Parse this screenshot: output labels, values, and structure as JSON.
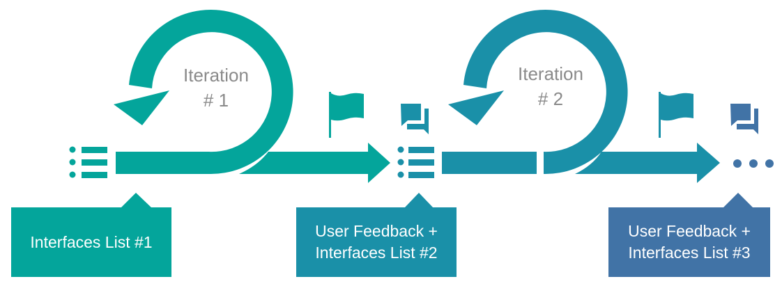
{
  "colors": {
    "teal": "#04A59B",
    "teal_blue": "#1A90A8",
    "blue": "#4173A6",
    "label_gray": "#8a8a8a",
    "text_white": "#ffffff"
  },
  "iterations": [
    {
      "title": "Iteration",
      "number": "# 1",
      "color": "#04A59B"
    },
    {
      "title": "Iteration",
      "number": "# 2",
      "color": "#1A90A8"
    }
  ],
  "icons": [
    {
      "name": "list-icon",
      "color": "#04A59B"
    },
    {
      "name": "flag-icon",
      "color": "#04A59B"
    },
    {
      "name": "chat-bubbles-icon",
      "color": "#1A90A8"
    },
    {
      "name": "list-icon",
      "color": "#1A90A8"
    },
    {
      "name": "flag-icon",
      "color": "#1A90A8"
    },
    {
      "name": "chat-bubbles-icon",
      "color": "#4173A6"
    },
    {
      "name": "ellipsis-icon",
      "color": "#4173A6"
    }
  ],
  "callouts": [
    {
      "lines": [
        "Interfaces List #1"
      ],
      "color": "#04A59B"
    },
    {
      "lines": [
        "User Feedback +",
        "Interfaces List #2"
      ],
      "color": "#1A90A8"
    },
    {
      "lines": [
        "User Feedback +",
        "Interfaces List #3"
      ],
      "color": "#4173A6"
    }
  ]
}
